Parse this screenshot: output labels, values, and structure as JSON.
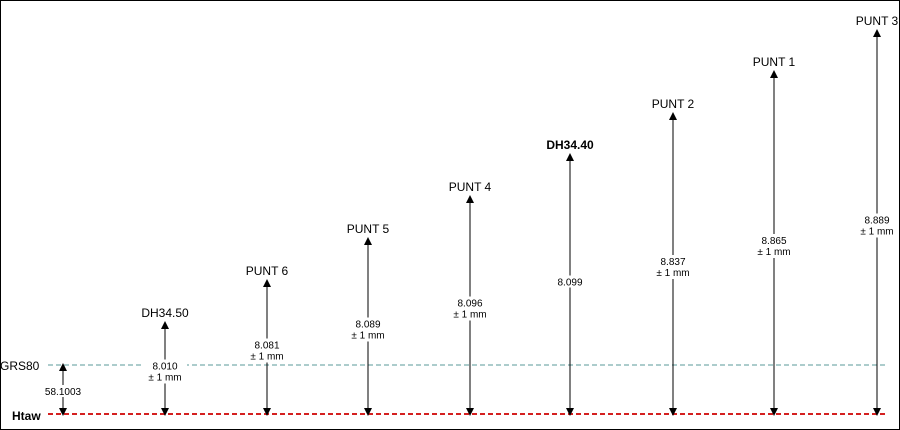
{
  "reference_lines": {
    "grs80": {
      "label": "GRS80",
      "color": "#5a9a9a",
      "value": "58.1003"
    },
    "htaw": {
      "label": "Htaw",
      "color": "#d42020"
    }
  },
  "points": [
    {
      "id": "dh3450",
      "label": "DH34.50",
      "value": "8.010",
      "accuracy": "± 1 mm",
      "bold": false
    },
    {
      "id": "punt6",
      "label": "PUNT 6",
      "value": "8.081",
      "accuracy": "± 1 mm",
      "bold": false
    },
    {
      "id": "punt5",
      "label": "PUNT 5",
      "value": "8.089",
      "accuracy": "± 1 mm",
      "bold": false
    },
    {
      "id": "punt4",
      "label": "PUNT 4",
      "value": "8.096",
      "accuracy": "± 1 mm",
      "bold": false
    },
    {
      "id": "dh3440",
      "label": "DH34.40",
      "value": "8.099",
      "accuracy": "",
      "bold": true
    },
    {
      "id": "punt2",
      "label": "PUNT 2",
      "value": "8.837",
      "accuracy": "± 1 mm",
      "bold": false
    },
    {
      "id": "punt1",
      "label": "PUNT 1",
      "value": "8.865",
      "accuracy": "± 1 mm",
      "bold": false
    },
    {
      "id": "punt3",
      "label": "PUNT 3",
      "value": "8.889",
      "accuracy": "± 1 mm",
      "bold": false
    }
  ]
}
